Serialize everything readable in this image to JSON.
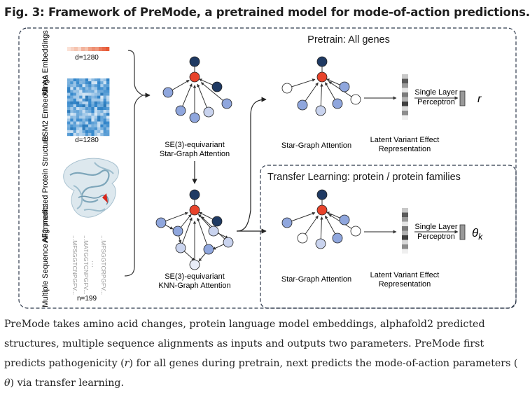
{
  "figure": {
    "title": "Fig. 3: Framework of PreMode, a pretrained model for mode-of-action predictions.",
    "inputs": {
      "alt_aa_label": "Alt AA Embeddings",
      "alt_aa_dim": "d=1280",
      "esm2_label": "ESM2 Embeddings",
      "esm2_dim": "d=1280",
      "af2_label": "AF2 predicted Protein Structure",
      "msa_label": "Multiple Sequence Alignments",
      "msa_sequences": [
        "...MFSGGTCNPGFV...",
        "...MATGGTCNPGFV...",
        "...MFSGGTCRPGFV..."
      ],
      "msa_count": "n=199"
    },
    "encoder": {
      "star_label_1": "SE(3)-equivariant",
      "star_label_2": "Star-Graph Attention",
      "knn_label_1": "SE(3)-equivariant",
      "knn_label_2": "KNN-Graph Attention"
    },
    "pretrain": {
      "title": "Pretrain: All genes",
      "attention_label": "Star-Graph Attention",
      "latent_label_1": "Latent Variant Effect",
      "latent_label_2": "Representation",
      "perceptron_label_1": "Single Layer",
      "perceptron_label_2": "Perceptron",
      "output": "r"
    },
    "transfer": {
      "title": "Transfer Learning: protein / protein families",
      "attention_label": "Star-Graph Attention",
      "latent_label_1": "Latent Variant Effect",
      "latent_label_2": "Representation",
      "perceptron_label_1": "Single Layer",
      "perceptron_label_2": "Perceptron",
      "output_symbol": "θ",
      "output_subscript": "k"
    },
    "colors": {
      "center_node": "#e8432b",
      "dark_node": "#1f3a63",
      "mid_node": "#8fa6dd",
      "light_node": "#c9d3ee",
      "pale_node": "#e9edf7",
      "heat_light": "#f6cfc0",
      "heat_dark": "#e85a36",
      "esm_base": "#3a7fc0",
      "box_border": "#2f3a4c"
    }
  },
  "caption": {
    "line1": "PreMode takes amino acid changes, protein language model embeddings, alphafold2 predicted",
    "line2": "structures, multiple sequence alignments as inputs and outputs two parameters. PreMode first",
    "line3_a": "predicts pathogenicity (",
    "line3_sym1": "r",
    "line3_b": ") for all genes during pretrain, next predicts the mode-of-action parameters (",
    "line4_sym": "θ",
    "line4_b": ") via transfer learning."
  }
}
